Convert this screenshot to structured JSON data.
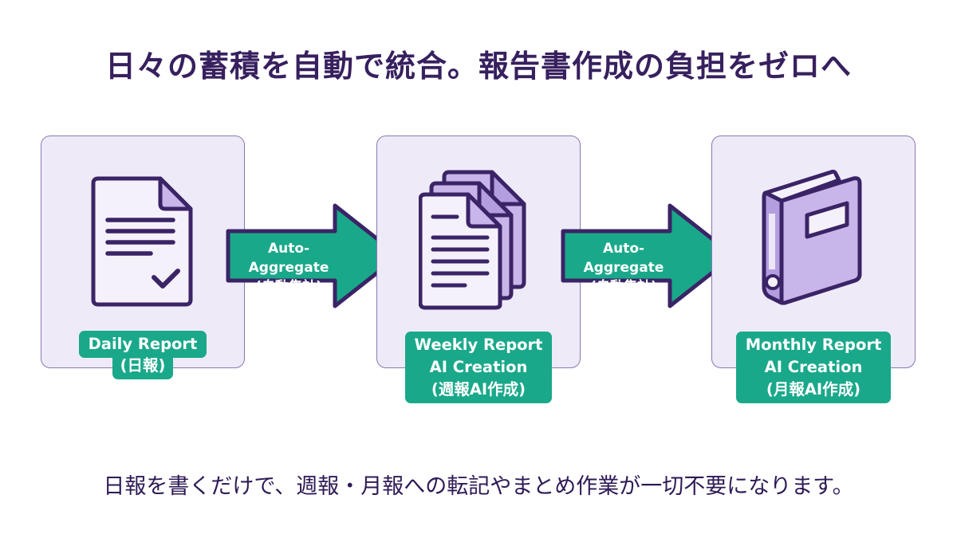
{
  "title": "日々の蓄積を自動で統合。報告書作成の負担をゼロへ",
  "footer": "日報を書くだけで、週報・月報への転記やまとめ作業が一切不要になります。",
  "colors": {
    "title": "#37205e",
    "card_bg": "#efeaf8",
    "card_border": "#8a78b0",
    "accent_green": "#1aa88a",
    "icon_stroke": "#3a2466",
    "icon_fill": "#c8b6ea"
  },
  "steps": [
    {
      "icon": "document-check-icon",
      "label_lines": [
        "Daily Report",
        "(日報)"
      ]
    },
    {
      "icon": "stacked-documents-icon",
      "label_lines": [
        "Weekly Report",
        "AI Creation",
        "(週報AI作成)"
      ]
    },
    {
      "icon": "binder-book-icon",
      "label_lines": [
        "Monthly Report",
        "AI Creation",
        "(月報AI作成)"
      ]
    }
  ],
  "arrows": [
    {
      "label_lines": [
        "Auto-Aggregate",
        "(自動集計)"
      ]
    },
    {
      "label_lines": [
        "Auto-Aggregate",
        "(自動集計)"
      ]
    }
  ]
}
